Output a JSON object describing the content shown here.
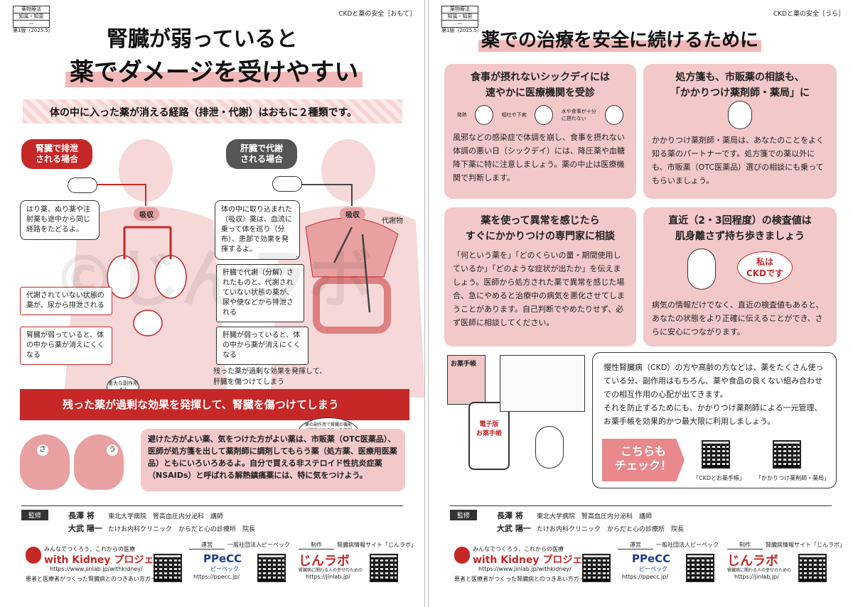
{
  "left": {
    "tag": [
      "薬物療法",
      "知識・知恵",
      "—"
    ],
    "edition": "第1版（2025.5）",
    "side_title": "CKDと薬の安全［おもて］",
    "title_line1": "腎臓が弱っていると",
    "title_line2": "薬でダメージを受けやすい",
    "subtitle": "体の中に入った薬が消える経路（排泄・代謝）はおもに２種類です。",
    "kidney_label": "腎臓で排泄\nされる場合",
    "liver_label": "肝臓で代謝\nされる場合",
    "absorb1": "吸収",
    "absorb2": "吸収",
    "metabolite": "代謝物",
    "note_needle": "はり薬、ぬり薬や注射薬も途中から同じ経路をたどるよ。",
    "note_absorb": "体の中に取り込まれた（吸収）薬は、血流に乗って体を巡り（分布）、患部で効果を発揮するよ。",
    "note_liver": "肝臓で代謝（分解）されたものと、代謝されていない状態の薬が、尿や便などから排泄される",
    "note_unmetab": "代謝されていない状態の薬が、尿から排泄される",
    "note_kidney_weak": "腎臓が弱っていると、体の中から薬が消えにくくなる",
    "note_liver_weak": "肝臓が弱っていると、体の中から薬が消えにくくなる",
    "note_remain": "残った薬が過剰な効果を発揮して、肝臓を傷つけてしまう",
    "bubble_serious": "重大な副作用だ!",
    "banner": "残った薬が過剰な効果を発揮して、腎臓を傷つけてしまう",
    "bubble_warn": "薬の副作用で腎臓の機能が障害されることを薬剤性腎障害と言うんだよ",
    "bottom_text": "避けた方がよい薬、気をつけた方がよい薬は、市販薬（OTC医薬品）、医師が処方箋を出して薬剤師に調剤してもらう薬（処方薬、医療用医薬品）ともにいろいろあるよ。自分で買える非ステロイド性抗炎症薬（NSAIDs）と呼ばれる解熱鎮痛薬には、特に気をつけよう。",
    "char_a": "さ",
    "char_b": "う"
  },
  "right": {
    "tag": [
      "薬物療法",
      "知識・知恵",
      "—"
    ],
    "edition": "第1版（2025.5）",
    "side_title": "CKDと薬の安全［うら］",
    "title": "薬での治療を安全に続けるために",
    "card1_title": "食事が摂れないシックデイには\n速やかに医療機関を受診",
    "card1_icons": [
      "発熱",
      "嘔吐や下痢",
      "水や食事が十分に摂れない"
    ],
    "card1_text": "風邪などの感染症で体調を崩し、食事を摂れない体調の悪い日（シックデイ）には、降圧薬や血糖降下薬に特に注意しましょう。薬の中止は医療機関で判断します。",
    "card2_title": "処方箋も、市販薬の相談も、\n「かかりつけ薬剤師・薬局」に",
    "card2_text": "かかりつけ薬剤師・薬局は、あなたのことをよく知る薬のパートナーです。処方箋での薬以外にも、市販薬（OTC医薬品）選びの相談にも乗ってもらいましょう。",
    "card3_title": "薬を使って異常を感じたら\nすぐにかかりつけの専門家に相談",
    "card3_text": "「何という薬を」「どのくらいの量・期間使用しているか」「どのような症状が出たか」を伝えましょう。医師から処方された薬で異常を感じた場合、急にやめると治療中の病気を悪化させてしまうことがあります。自己判断でやめたりせず、必ず医師に相談してください。",
    "card4_title": "直近（2・3回程度）の検査値は\n肌身離さず持ち歩きましょう",
    "card4_bubble": "私は\nCKDです",
    "card4_text": "病気の情報だけでなく、直近の検査値もあると、あなたの状態をより正確に伝えることができ、さらに安心につながります。",
    "notebook_label": "お薬手帳",
    "phone_label": "電子版\nお薬手帳",
    "info_text": "慢性腎臓病（CKD）の方や高齢の方などは、薬をたくさん使っている分、副作用はもちろん、薬や食品の良くない組み合わせでの相互作用の心配が出てきます。\nそれを防止するためにも、かかりつけ薬剤師による一元管理、お薬手帳を効果的かつ最大限に利用しましょう。",
    "check_label": "こちらも\nチェック！",
    "qr1_caption": "「CKDとお薬手帳」",
    "qr2_caption": "「かかりつけ薬剤師・薬局」"
  },
  "footer": {
    "supervision_label": "監修",
    "sup1_name": "長澤 将",
    "sup1_org": "東北大学病院　腎高血圧内分泌科　講師",
    "sup2_name": "大武 陽一",
    "sup2_org": "たけお内科クリニック　からだと心の診療所　院長",
    "wk_tagline": "みんなでつくろう、これからの医療",
    "wk_logo": "with Kidney プロジェクト",
    "wk_url": "https://www.jinlab.jp/withkidney/",
    "wk_desc": "患者と医療者がつくった腎臓病とのつきあい方ガイド",
    "operation_label": "運営",
    "operation_org": "一般社団法人ピーペック",
    "ppecc_logo": "PPeCC",
    "ppecc_sub": "ピーペック",
    "ppecc_url": "https://ppecc.jp/",
    "prod_label": "制作",
    "prod_org": "腎臓病情報サイト「じんラボ」",
    "jinlab_logo": "じんラボ",
    "jinlab_sub": "腎臓病に関わる人の幸せのための",
    "jinlab_url": "https://jinlab.jp/"
  },
  "watermark": "©じんラボ",
  "colors": {
    "accent": "#c62828",
    "pink": "#f3c8c8",
    "dark": "#555555"
  }
}
